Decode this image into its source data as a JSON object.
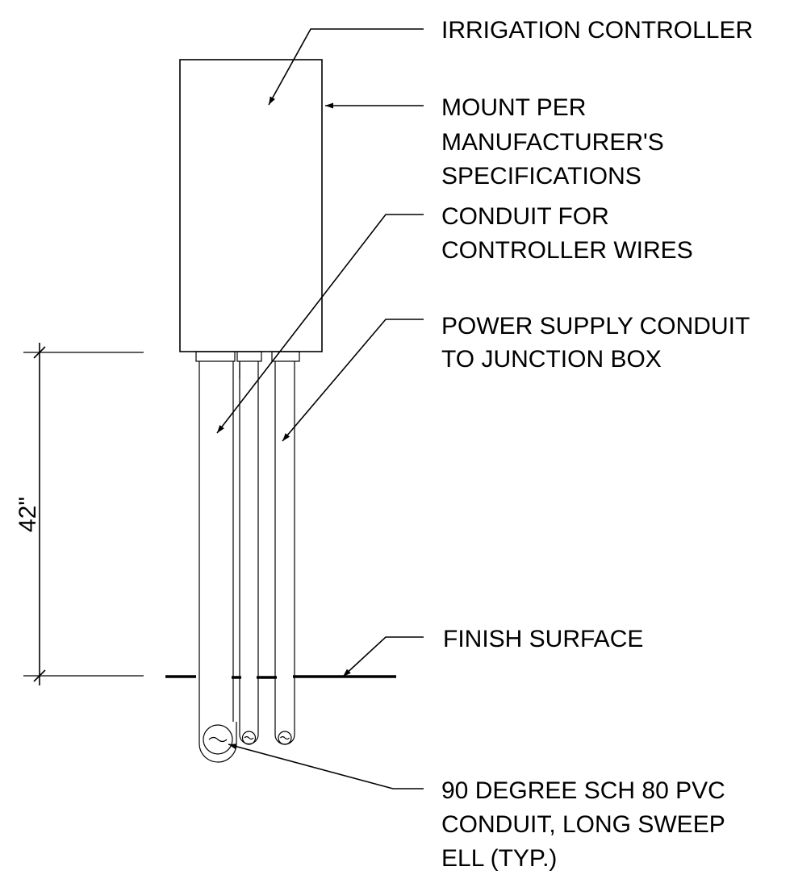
{
  "labels": {
    "irrigation_controller": "IRRIGATION CONTROLLER",
    "mount": [
      "MOUNT PER",
      "MANUFACTURER'S",
      "SPECIFICATIONS"
    ],
    "conduit_controller": [
      "CONDUIT FOR",
      "CONTROLLER WIRES"
    ],
    "power_supply": [
      "POWER SUPPLY CONDUIT",
      "TO JUNCTION BOX"
    ],
    "finish_surface": "FINISH SURFACE",
    "sweep_ell": [
      "90 DEGREE SCH 80 PVC",
      "CONDUIT, LONG SWEEP",
      "ELL (TYP.)"
    ],
    "dimension": "42\""
  }
}
